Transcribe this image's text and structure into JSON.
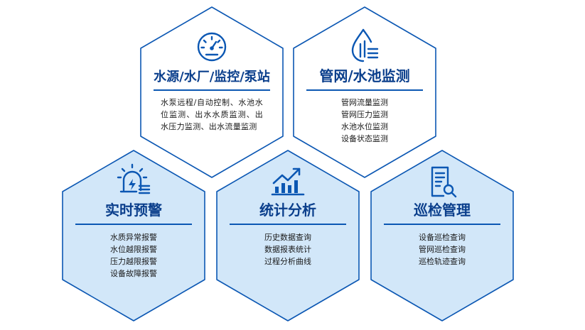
{
  "colors": {
    "border": "#0b57b3",
    "title": "#0b3f8c",
    "light_fill": "#ffffff",
    "blue_fill": "#d2e7f9",
    "icon": "#0b57b3"
  },
  "nodes": [
    {
      "id": "water-source",
      "icon": "gauge-icon",
      "title": "水源/水厂/监控/泵站",
      "desc": [
        "水泵远程/自动控制、水池水位监测、出水水质监测、出水压力监测、出水流量监测"
      ]
    },
    {
      "id": "pipe-network",
      "icon": "water-drop-icon",
      "title": "管网/水池监测",
      "desc": [
        "管网流量监测",
        "管网压力监测",
        "水池水位监测",
        "设备状态监测"
      ]
    },
    {
      "id": "realtime-alarm",
      "icon": "alarm-light-icon",
      "title": "实时预警",
      "desc": [
        "水质异常报警",
        "水位越限报警",
        "压力越限报警",
        "设备故障报警"
      ]
    },
    {
      "id": "statistics",
      "icon": "bar-chart-icon",
      "title": "统计分析",
      "desc": [
        "历史数据查询",
        "数据报表统计",
        "过程分析曲线"
      ]
    },
    {
      "id": "inspection",
      "icon": "inspection-doc-icon",
      "title": "巡检管理",
      "desc": [
        "设备巡检查询",
        "管网巡检查询",
        "巡检轨迹查询"
      ]
    }
  ]
}
